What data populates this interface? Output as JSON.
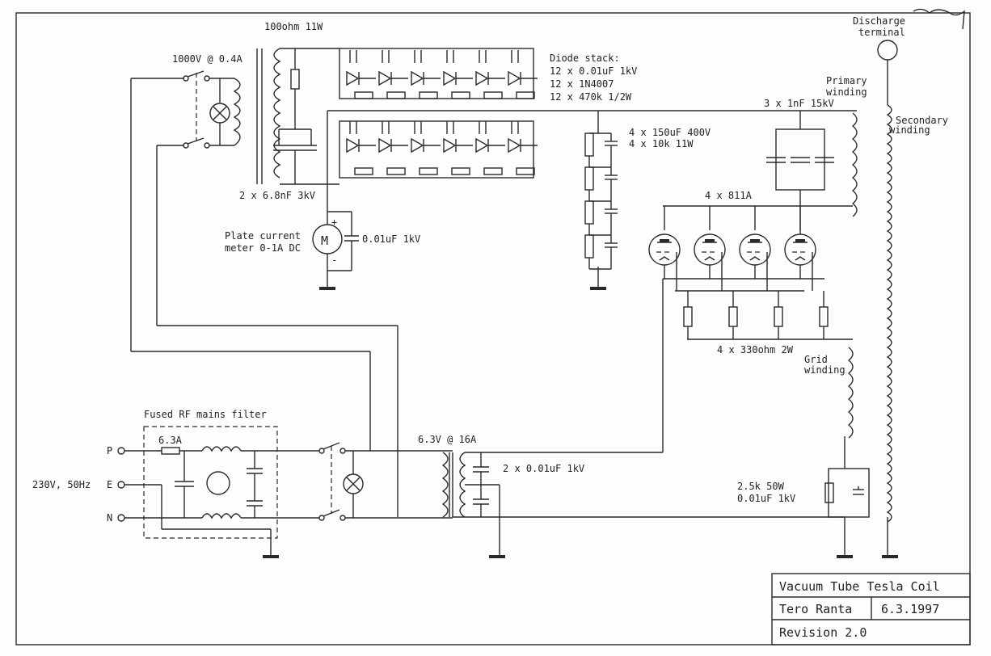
{
  "labels": {
    "resistor_100ohm": "100ohm 11W",
    "transformer_hv": "1000V @ 0.4A",
    "diode_stack_title": "Diode stack:",
    "diode_stack_caps": "12 x 0.01uF 1kV",
    "diode_stack_diodes": "12 x 1N4007",
    "diode_stack_res": "12 x 470k 1/2W",
    "primary_winding_1": "Primary",
    "primary_winding_2": "winding",
    "discharge_1": "Discharge",
    "discharge_2": "terminal",
    "secondary_1": "Secondary",
    "secondary_2": "winding",
    "cap_3x1nf": "3 x 1nF 15kV",
    "cap_bank_1": "4 x 150uF 400V",
    "cap_bank_2": "4 x 10k 11W",
    "cap_2x68": "2 x 6.8nF 3kV",
    "tubes": "4 x 811A",
    "meter_1": "Plate current",
    "meter_2": "meter 0-1A DC",
    "meter_symbol": "M",
    "meter_plus": "+",
    "meter_minus": "-",
    "meter_cap": "0.01uF 1kV",
    "grid_res": "4 x 330ohm 2W",
    "grid_winding_1": "Grid",
    "grid_winding_2": "winding",
    "filter_title": "Fused RF mains filter",
    "fuse": "6.3A",
    "mains_p": "P",
    "mains_e": "E",
    "mains_n": "N",
    "mains_spec": "230V, 50Hz",
    "fil_transformer": "6.3V @ 16A",
    "fil_caps": "2 x 0.01uF 1kV",
    "grid_leak_1": "2.5k 50W",
    "grid_leak_2": "0.01uF 1kV"
  },
  "title_block": {
    "title": "Vacuum Tube Tesla Coil",
    "author": "Tero Ranta",
    "date": "6.3.1997",
    "revision": "Revision 2.0"
  }
}
